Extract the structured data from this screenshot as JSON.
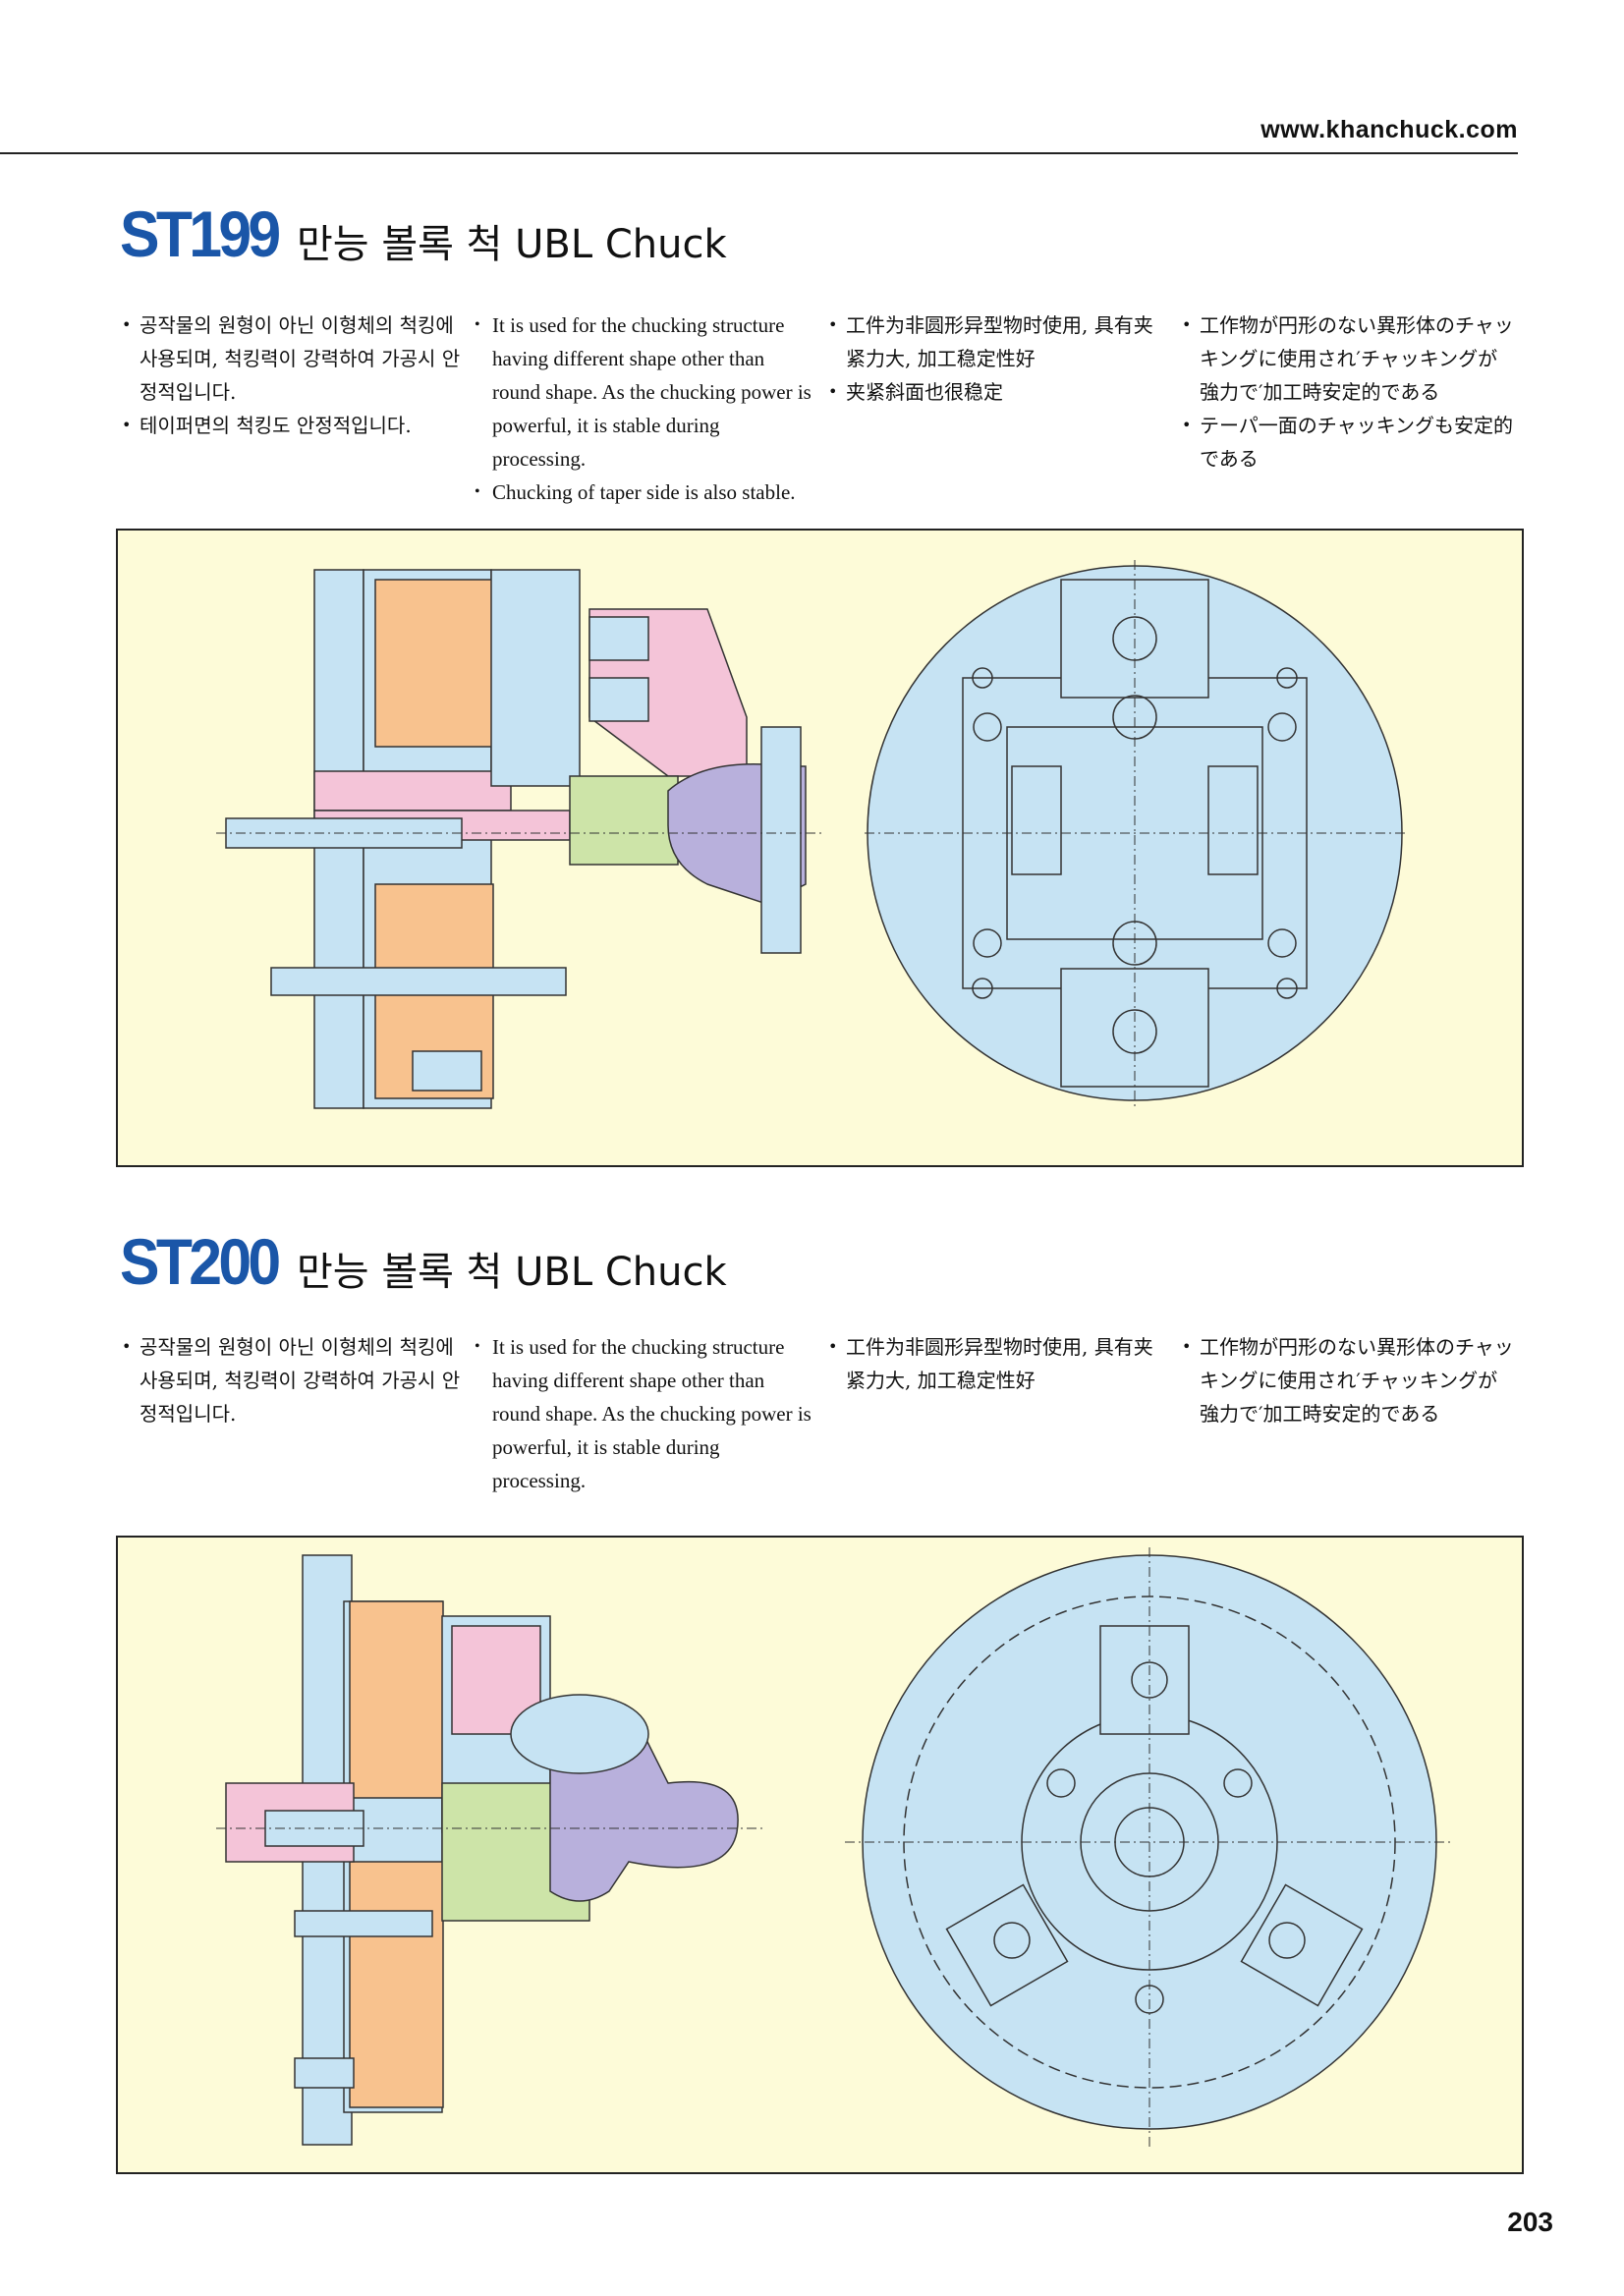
{
  "header": {
    "url": "www.khanchuck.com"
  },
  "sections": [
    {
      "model": "ST199",
      "title": "만능 볼록 척 UBL Chuck",
      "korean": [
        "공작물의 원형이 아닌 이형체의 척킹에 사용되며, 척킹력이 강력하여 가공시 안정적입니다.",
        "테이퍼면의 척킹도 안정적입니다."
      ],
      "english": [
        "It is used for the chucking structure having different shape other than round shape. As the chucking power is powerful, it is stable during processing.",
        "Chucking of taper side is also stable."
      ],
      "chinese": [
        "工件为非圆形异型物时使用, 具有夹紧力大, 加工稳定性好",
        "夹紧斜面也很稳定"
      ],
      "japanese": [
        "工作物が円形のない異形体のチャッキングに使用され′チャッキングが強力で′加工時安定的である",
        "テーパ一面のチャッキングも安定的である"
      ]
    },
    {
      "model": "ST200",
      "title": "만능 볼록 척 UBL Chuck",
      "korean": [
        "공작물의 원형이 아닌 이형체의 척킹에 사용되며, 척킹력이 강력하여 가공시 안정적입니다."
      ],
      "english": [
        "It is used for the chucking structure having different shape other than round shape. As the chucking power is powerful, it is stable during processing."
      ],
      "chinese": [
        "工件为非圆形异型物时使用, 具有夹紧力大, 加工稳定性好"
      ],
      "japanese": [
        "工作物が円形のない異形体のチャッキングに使用され′チャッキングが強力で′加工時安定的である"
      ]
    }
  ],
  "page_number": "203",
  "colors": {
    "brand_blue": "#1a56a8",
    "panel_bg": "#fdfbd8",
    "body_blue": "#c6e3f3",
    "jaw_orange": "#f8c28e",
    "part_pink": "#f4c4d8",
    "part_green": "#cde4a8",
    "workpiece_purple": "#b8b0dc"
  }
}
